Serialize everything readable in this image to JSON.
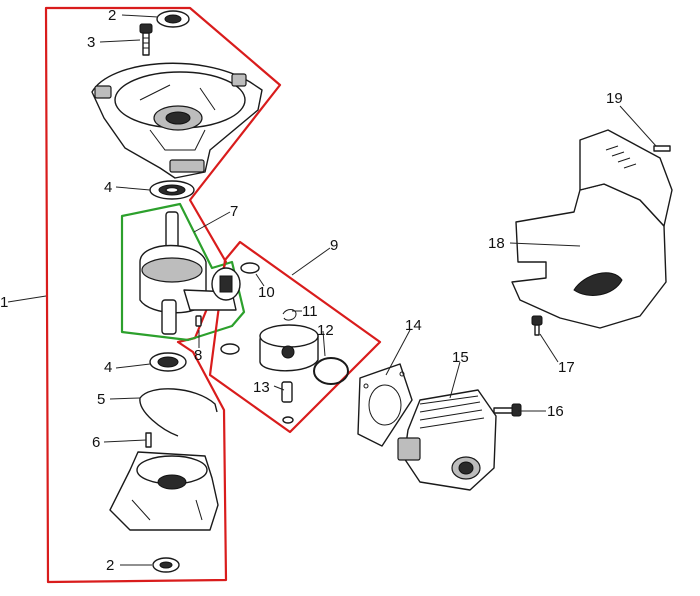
{
  "callouts": {
    "p1": "1",
    "p2a": "2",
    "p2b": "2",
    "p3": "3",
    "p4a": "4",
    "p4b": "4",
    "p5": "5",
    "p6": "6",
    "p7": "7",
    "p8": "8",
    "p9": "9",
    "p10": "10",
    "p11": "11",
    "p12": "12",
    "p13": "13",
    "p14": "14",
    "p15": "15",
    "p16": "16",
    "p17": "17",
    "p18": "18",
    "p19": "19"
  },
  "colors": {
    "crankcase_group_outline": "#d91c1c",
    "crankshaft_group_outline": "#2ca02c",
    "piston_group_outline": "#d91c1c"
  },
  "icons": {
    "crankcase_upper": "crankcase-half-icon",
    "crankcase_lower": "crankcase-half-icon",
    "crankshaft": "crankshaft-icon",
    "piston": "piston-icon",
    "cylinder": "cylinder-icon",
    "cover": "cylinder-cover-icon"
  }
}
